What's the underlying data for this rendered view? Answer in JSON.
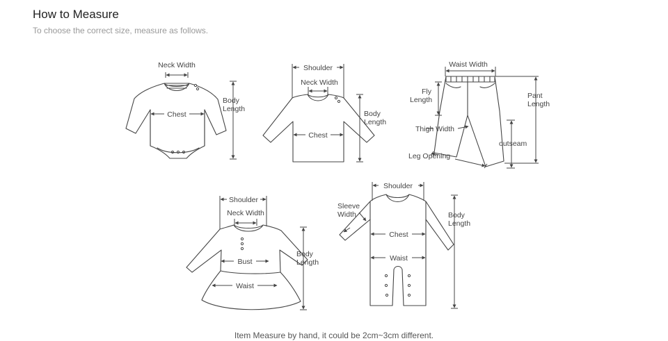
{
  "header": {
    "title": "How to Measure",
    "subtitle": "To choose the correct size, measure as follows."
  },
  "footer": {
    "note": "Item Measure by hand, it could be 2cm~3cm different."
  },
  "garments": {
    "bodysuit": {
      "neck_width": "Neck Width",
      "chest": "Chest",
      "body_length_1": "Body",
      "body_length_2": "Length"
    },
    "tshirt": {
      "shoulder": "Shoulder",
      "neck_width": "Neck Width",
      "chest": "Chest",
      "body_length_1": "Body",
      "body_length_2": "Length"
    },
    "pants": {
      "waist_width": "Waist Width",
      "fly_length_1": "Fly",
      "fly_length_2": "Length",
      "pant_length_1": "Pant",
      "pant_length_2": "Length",
      "thigh_width": "Thigh Width",
      "outseam": "outseam",
      "leg_opening": "Leg Opening"
    },
    "dress": {
      "shoulder": "Shoulder",
      "neck_width": "Neck Width",
      "bust": "Bust",
      "waist": "Waist",
      "body_length_1": "Body",
      "body_length_2": "Length"
    },
    "romper": {
      "shoulder": "Shoulder",
      "sleeve_width_1": "Sleeve",
      "sleeve_width_2": "Width",
      "chest": "Chest",
      "waist": "Waist",
      "body_length_1": "Body",
      "body_length_2": "Length"
    }
  }
}
